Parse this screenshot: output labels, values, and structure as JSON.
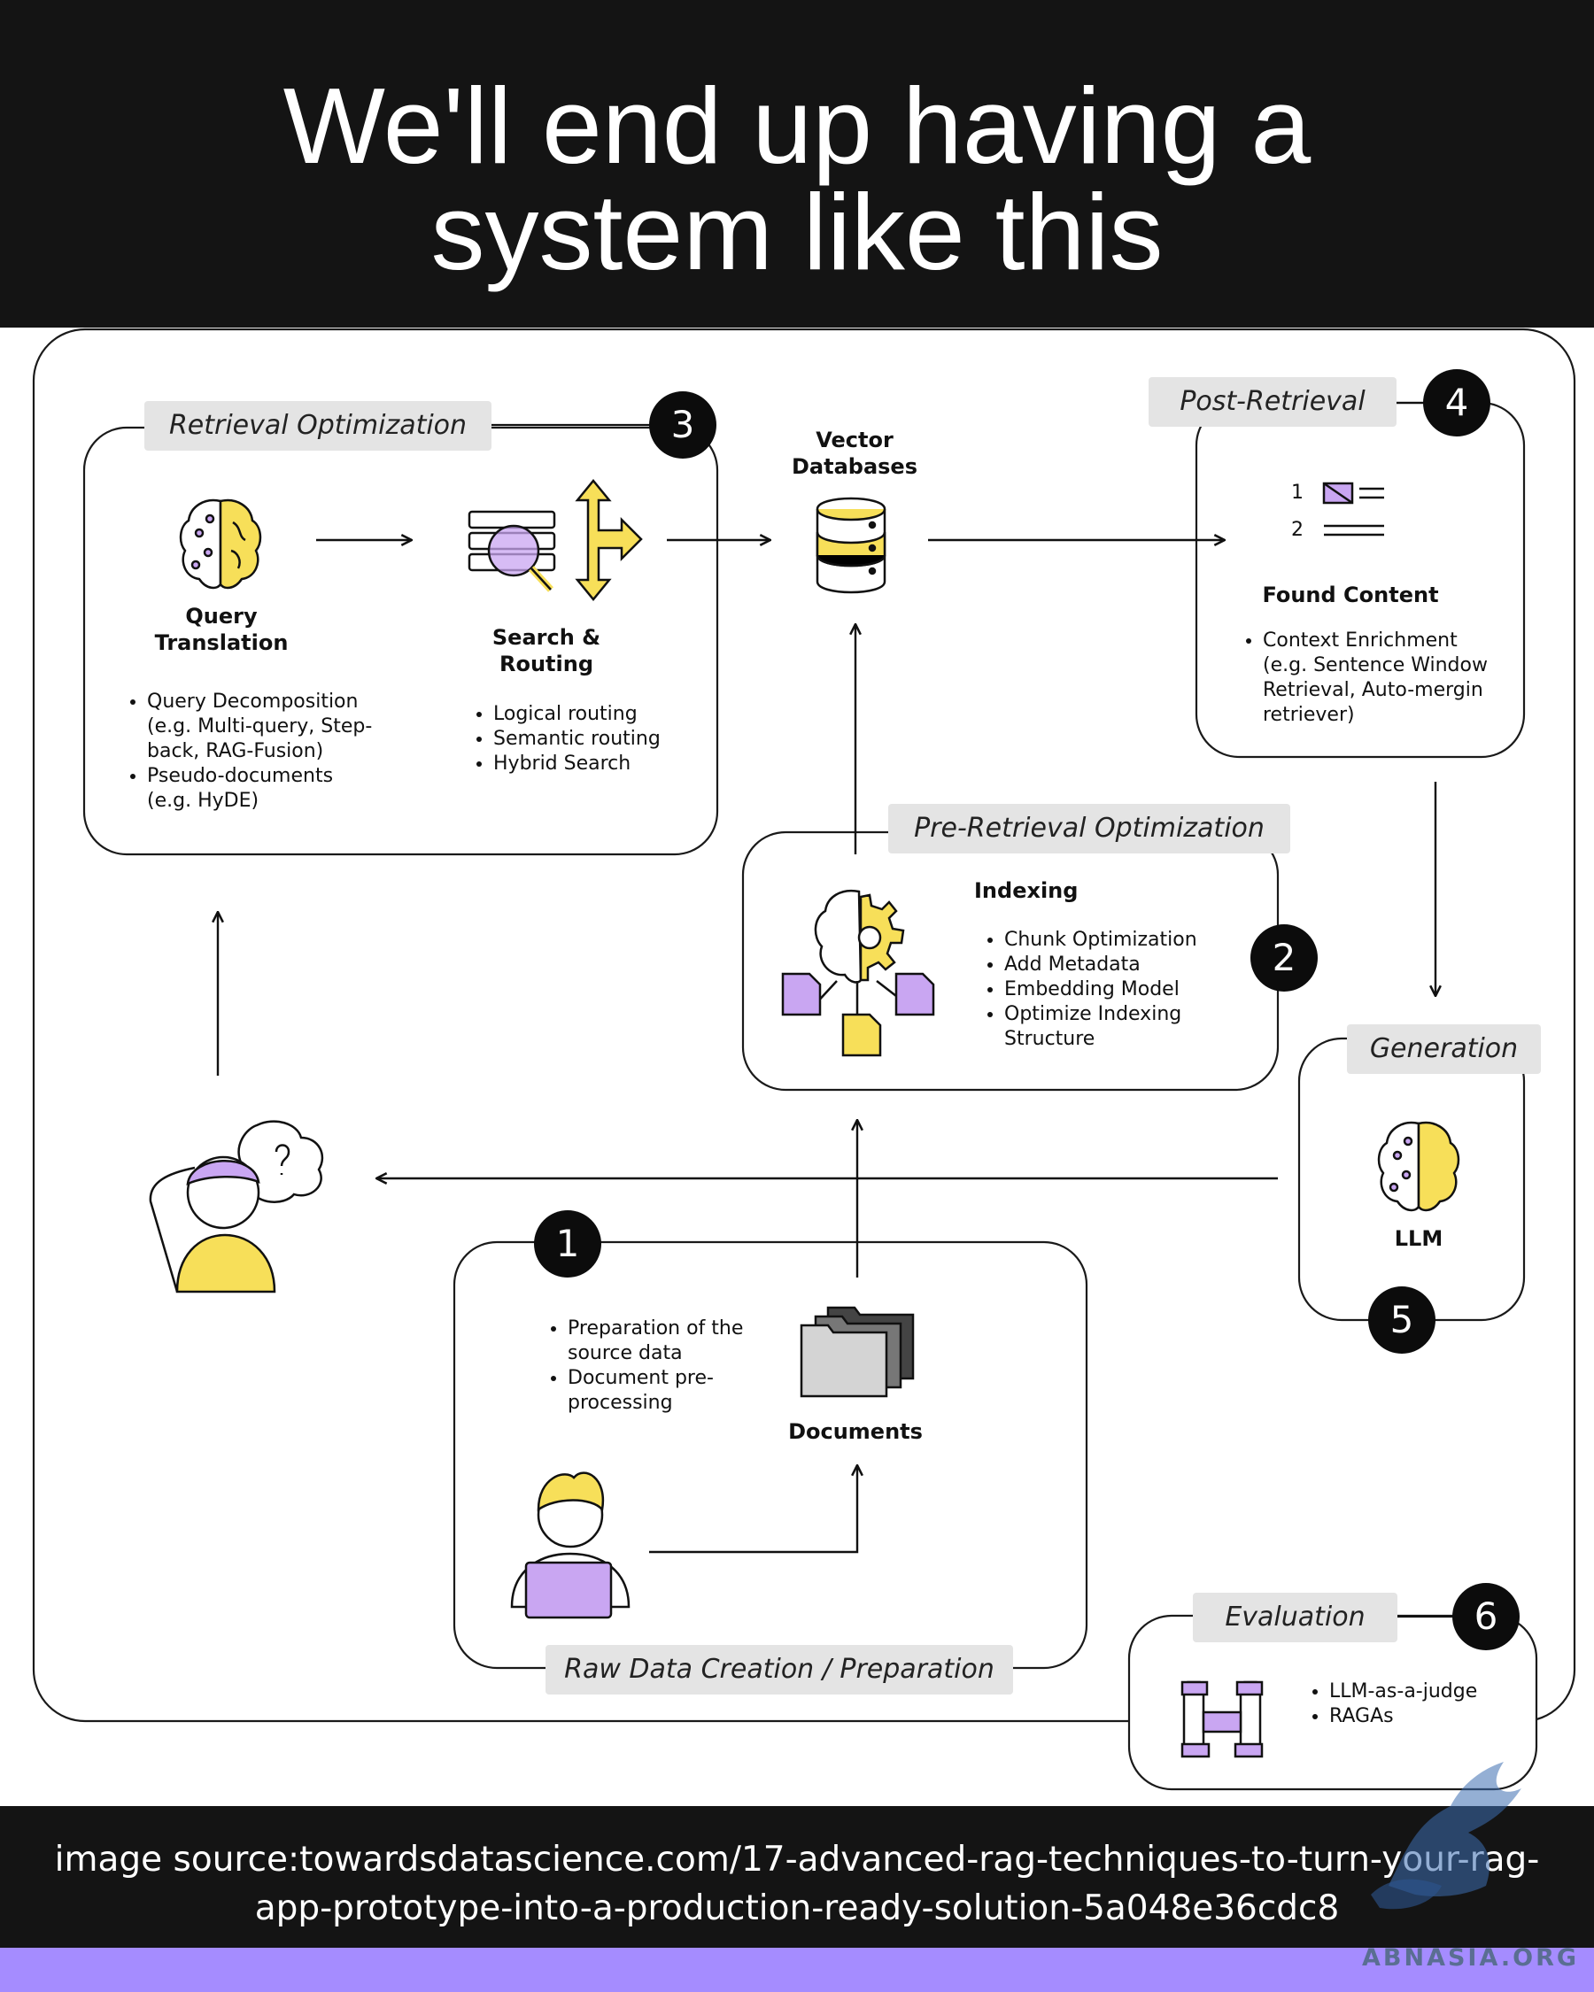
{
  "header": {
    "title_line1": "We'll end up having a",
    "title_line2": "system like this"
  },
  "labels": {
    "retrieval_optimization": "Retrieval Optimization",
    "post_retrieval": "Post-Retrieval",
    "pre_retrieval": "Pre-Retrieval Optimization",
    "generation": "Generation",
    "raw_data": "Raw Data Creation / Preparation",
    "evaluation": "Evaluation"
  },
  "badges": {
    "one": "1",
    "two": "2",
    "three": "3",
    "four": "4",
    "five": "5",
    "six": "6"
  },
  "query_translation": {
    "title_1": "Query",
    "title_2": "Translation",
    "items": [
      "Query Decomposition",
      "(e.g. Multi-query, Step-",
      "back, RAG-Fusion)",
      "Pseudo-documents",
      "(e.g. HyDE)"
    ]
  },
  "search_routing": {
    "title_1": "Search &",
    "title_2": "Routing",
    "items": [
      "Logical routing",
      "Semantic routing",
      "Hybrid Search"
    ]
  },
  "vector_db": {
    "title_1": "Vector",
    "title_2": "Databases"
  },
  "found_content": {
    "rank_1": "1",
    "rank_2": "2",
    "title": "Found Content",
    "items": [
      "Context Enrichment",
      "(e.g. Sentence Window",
      "Retrieval, Auto-mergin",
      "retriever)"
    ]
  },
  "indexing": {
    "title": "Indexing",
    "items": [
      "Chunk Optimization",
      "Add Metadata",
      "Embedding Model",
      "Optimize Indexing",
      "Structure"
    ]
  },
  "llm": {
    "title": "LLM"
  },
  "documents": {
    "title": "Documents",
    "items": [
      "Preparation of the",
      "source data",
      "Document pre-",
      "processing"
    ]
  },
  "evaluation_items": [
    "LLM-as-a-judge",
    "RAGAs"
  ],
  "footer": {
    "line1": "image source:towardsdatascience.com/17-advanced-rag-techniques-to-turn-your-rag-",
    "line2": "app-prototype-into-a-production-ready-solution-5a048e36cdc8"
  },
  "watermark": "ABNASIA.ORG",
  "colors": {
    "yellow": "#f7df59",
    "purple": "#c9a6f2",
    "dark": "#141414",
    "label_gray": "#e4e4e4",
    "footer_bar": "#a58cff"
  }
}
